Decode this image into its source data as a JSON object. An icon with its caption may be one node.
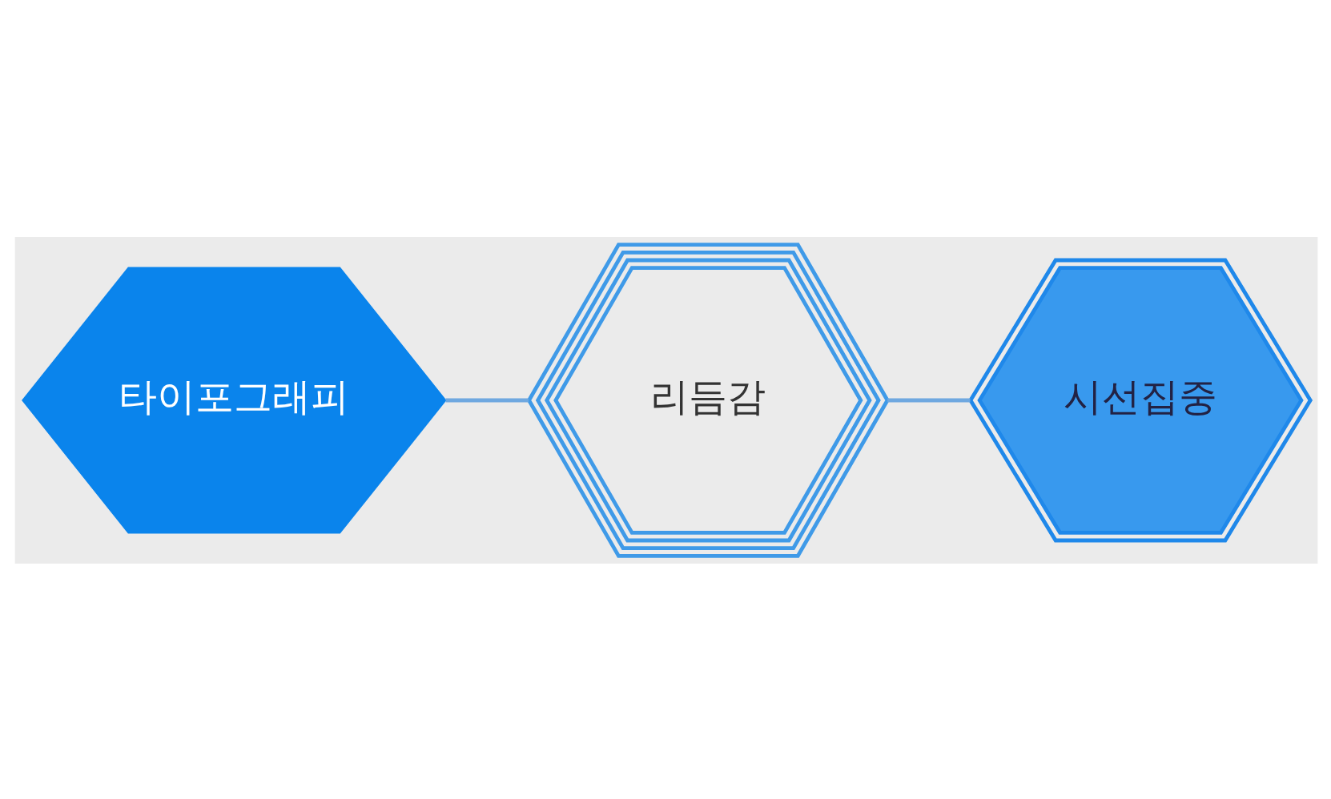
{
  "diagram": {
    "nodes": [
      {
        "text": [
          "타이포그래피"
        ]
      },
      {
        "text": [
          "리듬감"
        ]
      },
      {
        "text": [
          "시선집중"
        ]
      }
    ],
    "edges": [
      {
        "from": 0,
        "to": 1,
        "arrow": "none"
      },
      {
        "from": 1,
        "to": 2,
        "arrow": "none"
      }
    ]
  }
}
